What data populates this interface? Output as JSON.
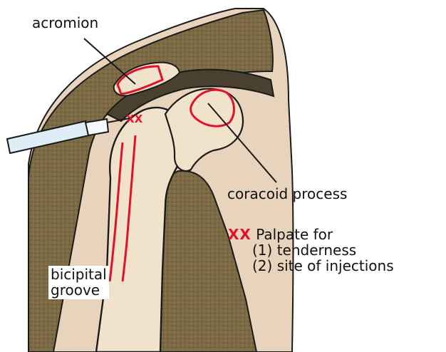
{
  "labels": {
    "acromion": "acromion",
    "coracoid": "coracoid process",
    "bicipital_line1": "bicipital",
    "bicipital_line2": "groove"
  },
  "legend": {
    "marker": "XX",
    "title": "Palpate for",
    "item1": "(1) tenderness",
    "item2": "(2) site of injections"
  },
  "colors": {
    "background": "#ffffff",
    "skin": "#e8d3bc",
    "skin_shadow": "#d9bea2",
    "muscle": "#7c6b45",
    "muscle_dark": "#5e5132",
    "bone": "#f1e2cc",
    "outline": "#1a1a1a",
    "highlight_red": "#e2112a",
    "syringe": "#dfeef6"
  },
  "icons": {
    "syringe": "syringe-needle-icon"
  }
}
